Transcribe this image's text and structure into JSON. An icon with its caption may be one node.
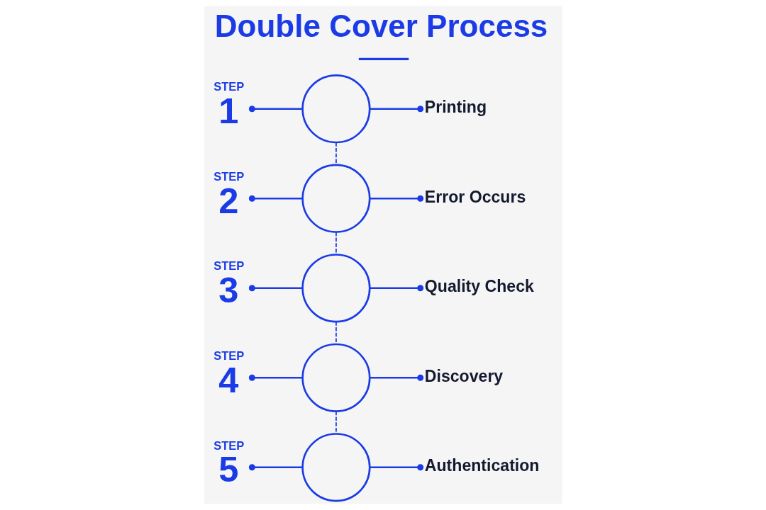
{
  "diagram": {
    "title": "Double Cover Process",
    "nodes": [
      {
        "text": [
          "STEP",
          "1"
        ]
      },
      {
        "text": [],
        "shape": "circle"
      },
      {
        "text": [
          "Printing"
        ]
      },
      {
        "text": [
          "STEP",
          "2"
        ]
      },
      {
        "text": [],
        "shape": "circle"
      },
      {
        "text": [
          "Error Occurs"
        ]
      },
      {
        "text": [
          "STEP",
          "3"
        ]
      },
      {
        "text": [],
        "shape": "circle"
      },
      {
        "text": [
          "Quality Check"
        ]
      },
      {
        "text": [
          "STEP",
          "4"
        ]
      },
      {
        "text": [],
        "shape": "circle"
      },
      {
        "text": [
          "Discovery"
        ]
      },
      {
        "text": [
          "STEP",
          "5"
        ]
      },
      {
        "text": [],
        "shape": "circle"
      },
      {
        "text": [
          "Authentication"
        ]
      }
    ],
    "edges": [
      {
        "from": 0,
        "to": 1,
        "arrow": "other"
      },
      {
        "from": 1,
        "to": 2,
        "arrow": "other"
      },
      {
        "from": 1,
        "to": 4,
        "arrow": "none",
        "style": "dashed"
      },
      {
        "from": 3,
        "to": 4,
        "arrow": "other"
      },
      {
        "from": 4,
        "to": 5,
        "arrow": "other"
      },
      {
        "from": 4,
        "to": 7,
        "arrow": "none",
        "style": "dashed"
      },
      {
        "from": 6,
        "to": 7,
        "arrow": "other"
      },
      {
        "from": 7,
        "to": 8,
        "arrow": "other"
      },
      {
        "from": 7,
        "to": 10,
        "arrow": "none",
        "style": "dashed"
      },
      {
        "from": 9,
        "to": 10,
        "arrow": "other"
      },
      {
        "from": 10,
        "to": 11,
        "arrow": "other"
      },
      {
        "from": 10,
        "to": 13,
        "arrow": "none",
        "style": "dashed"
      },
      {
        "from": 12,
        "to": 13,
        "arrow": "other"
      },
      {
        "from": 13,
        "to": 14,
        "arrow": "other"
      }
    ]
  }
}
